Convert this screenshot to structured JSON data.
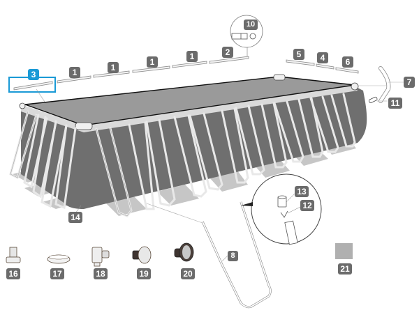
{
  "diagram": {
    "title": "Rectangular frame pool parts diagram",
    "colors": {
      "badge_bg": "#6b6b6b",
      "badge_text": "#ffffff",
      "highlight": "#1a9ad6",
      "pool_wall": "#6f6f6f",
      "pool_floor": "#9a9a9a",
      "frame": "#d9d9d9",
      "liner_swatch": "#b0b0b0"
    },
    "callouts": [
      {
        "id": "1a",
        "label": "1",
        "part": "horizontal beam"
      },
      {
        "id": "1b",
        "label": "1",
        "part": "horizontal beam"
      },
      {
        "id": "1c",
        "label": "1",
        "part": "horizontal beam"
      },
      {
        "id": "1d",
        "label": "1",
        "part": "horizontal beam"
      },
      {
        "id": "2",
        "label": "2",
        "part": "horizontal beam end"
      },
      {
        "id": "3",
        "label": "3",
        "part": "horizontal beam (highlighted)"
      },
      {
        "id": "4",
        "label": "4",
        "part": "short beam"
      },
      {
        "id": "5",
        "label": "5",
        "part": "short beam"
      },
      {
        "id": "6",
        "label": "6",
        "part": "short beam"
      },
      {
        "id": "7",
        "label": "7",
        "part": "corner joint / elbow"
      },
      {
        "id": "8",
        "label": "8",
        "part": "U-shaped leg"
      },
      {
        "id": "10",
        "label": "10",
        "part": "joint pin"
      },
      {
        "id": "11",
        "label": "11",
        "part": "connector"
      },
      {
        "id": "12",
        "label": "12",
        "part": "spring clip"
      },
      {
        "id": "13",
        "label": "13",
        "part": "leg cap"
      },
      {
        "id": "14",
        "label": "14",
        "part": "pool liner"
      },
      {
        "id": "16",
        "label": "16",
        "part": "hose adapter"
      },
      {
        "id": "17",
        "label": "17",
        "part": "nut"
      },
      {
        "id": "18",
        "label": "18",
        "part": "drain valve"
      },
      {
        "id": "19",
        "label": "19",
        "part": "inlet strainer"
      },
      {
        "id": "20",
        "label": "20",
        "part": "outlet strainer"
      },
      {
        "id": "21",
        "label": "21",
        "part": "repair patch"
      }
    ]
  }
}
